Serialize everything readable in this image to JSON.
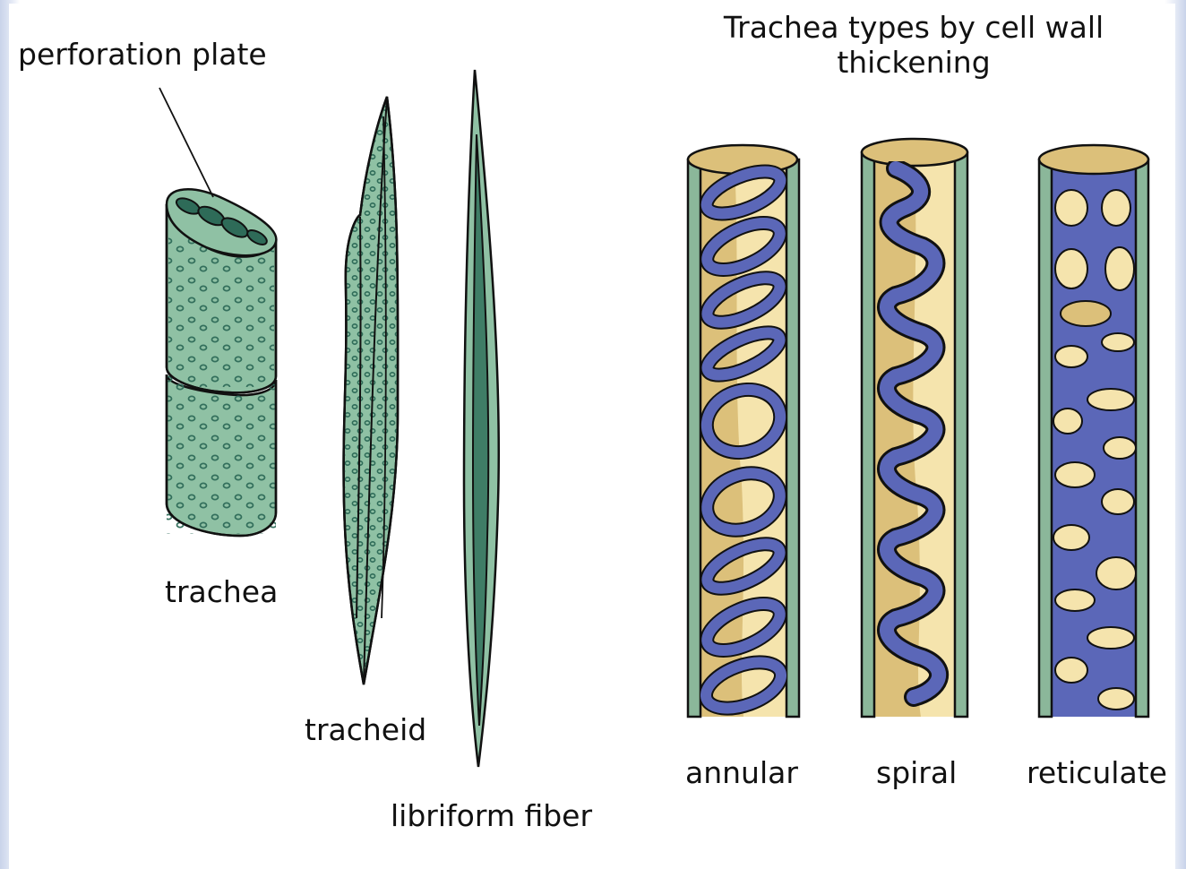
{
  "labels": {
    "perforation_plate": "perforation plate",
    "trachea": "trachea",
    "tracheid": "tracheid",
    "libriform_fiber": "libriform fiber",
    "title_line1": "Trachea types by cell wall",
    "title_line2": "thickening",
    "annular": "annular",
    "spiral": "spiral",
    "reticulate": "reticulate"
  },
  "colors": {
    "cell_green": "#8fc1a4",
    "cell_dark": "#2e6b58",
    "wall_green": "#8bb79a",
    "interior_tan": "#dcc07a",
    "interior_light": "#f5e4ad",
    "thickening_blue": "#5b67b8",
    "outline": "#111111"
  }
}
